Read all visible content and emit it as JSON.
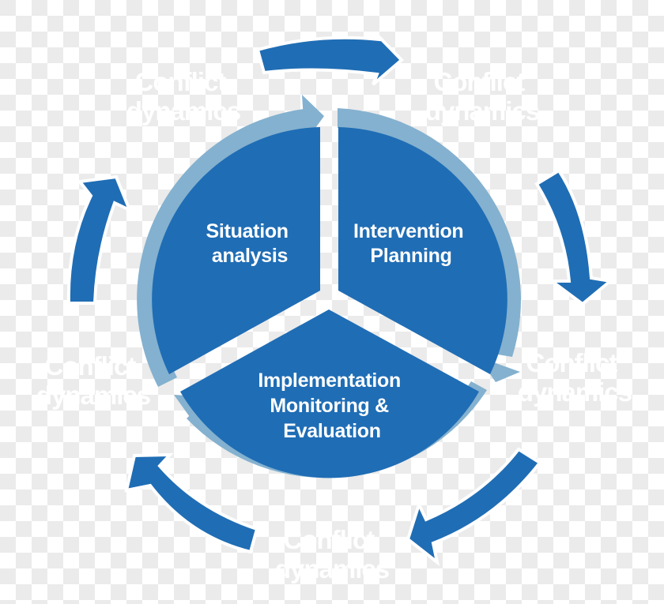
{
  "diagram": {
    "colors": {
      "segment_fill": "#1f6db5",
      "ring_fill": "#84b1cf",
      "outer_arrow_fill": "#1f6db5",
      "outline": "#ffffff",
      "label_text": "#ffffff"
    },
    "segments": [
      {
        "id": "situation",
        "lines": [
          "Situation",
          "analysis"
        ]
      },
      {
        "id": "planning",
        "lines": [
          "Intervention",
          "Planning"
        ]
      },
      {
        "id": "implementation",
        "lines": [
          "Implementation",
          "Monitoring &",
          "Evaluation"
        ]
      }
    ],
    "outer_labels": [
      {
        "position": "top-left",
        "lines": [
          "Conflict",
          "dynamics"
        ]
      },
      {
        "position": "top-right",
        "lines": [
          "Conflict",
          "dynamics"
        ]
      },
      {
        "position": "right",
        "lines": [
          "Conflict",
          "dynamics"
        ]
      },
      {
        "position": "bottom",
        "lines": [
          "Conflict",
          "dynamics"
        ]
      },
      {
        "position": "left",
        "lines": [
          "Conflict",
          "dynamics"
        ]
      }
    ],
    "flow_direction": "clockwise"
  }
}
